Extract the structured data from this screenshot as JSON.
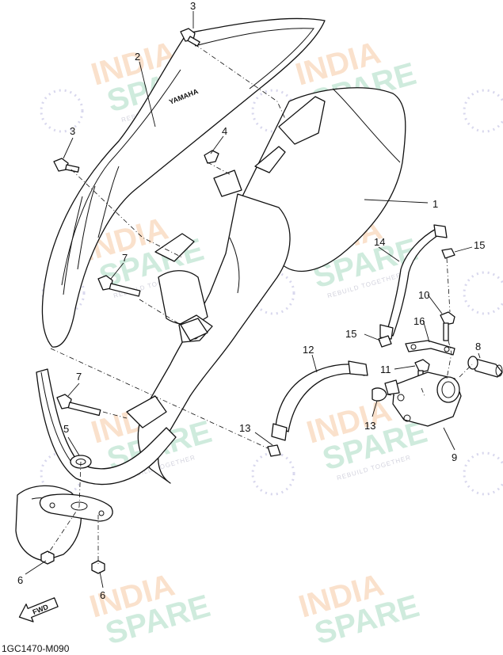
{
  "diagram_code": "1GC1470-M090",
  "direction_label": "FWD",
  "watermark": {
    "line1": "INDIA",
    "line2": "SPARE",
    "tagline": "REBUILD TOGETHER"
  },
  "muffler_marking": "YAMAHA",
  "callouts": [
    "1",
    "2",
    "3",
    "3",
    "4",
    "5",
    "6",
    "6",
    "7",
    "7",
    "8",
    "9",
    "10",
    "11",
    "12",
    "13",
    "13",
    "14",
    "15",
    "15",
    "16"
  ]
}
